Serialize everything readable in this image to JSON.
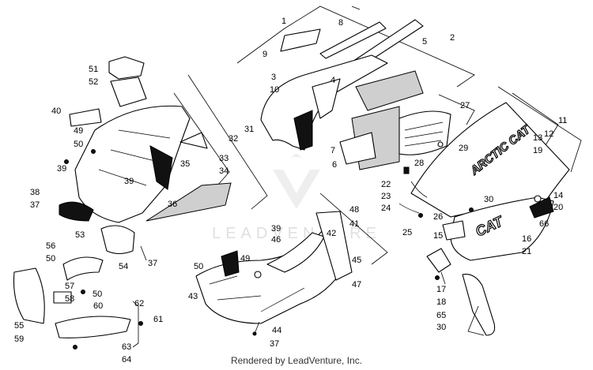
{
  "footer": {
    "credit": "Rendered by LeadVenture, Inc."
  },
  "watermark": {
    "text": "LEADVENTURE"
  },
  "brand_decals": {
    "panel_logo": "ARCTIC CAT",
    "side_logo": "CAT"
  },
  "callouts": [
    {
      "id": "c1",
      "label": "1"
    },
    {
      "id": "c2",
      "label": "2"
    },
    {
      "id": "c3",
      "label": "3"
    },
    {
      "id": "c4",
      "label": "4"
    },
    {
      "id": "c5",
      "label": "5"
    },
    {
      "id": "c6",
      "label": "6"
    },
    {
      "id": "c7",
      "label": "7"
    },
    {
      "id": "c8",
      "label": "8"
    },
    {
      "id": "c9",
      "label": "9"
    },
    {
      "id": "c10",
      "label": "10"
    },
    {
      "id": "c11",
      "label": "11"
    },
    {
      "id": "c12",
      "label": "12"
    },
    {
      "id": "c13",
      "label": "13"
    },
    {
      "id": "c14",
      "label": "14"
    },
    {
      "id": "c15",
      "label": "15"
    },
    {
      "id": "c16",
      "label": "16"
    },
    {
      "id": "c17",
      "label": "17"
    },
    {
      "id": "c18",
      "label": "18"
    },
    {
      "id": "c19",
      "label": "19"
    },
    {
      "id": "c20",
      "label": "20"
    },
    {
      "id": "c21",
      "label": "21"
    },
    {
      "id": "c22",
      "label": "22"
    },
    {
      "id": "c23",
      "label": "23"
    },
    {
      "id": "c24",
      "label": "24"
    },
    {
      "id": "c25",
      "label": "25"
    },
    {
      "id": "c26",
      "label": "26"
    },
    {
      "id": "c27",
      "label": "27"
    },
    {
      "id": "c28",
      "label": "28"
    },
    {
      "id": "c29",
      "label": "29"
    },
    {
      "id": "c30a",
      "label": "30"
    },
    {
      "id": "c30b",
      "label": "30"
    },
    {
      "id": "c31",
      "label": "31"
    },
    {
      "id": "c32",
      "label": "32"
    },
    {
      "id": "c33",
      "label": "33"
    },
    {
      "id": "c34",
      "label": "34"
    },
    {
      "id": "c35",
      "label": "35"
    },
    {
      "id": "c36",
      "label": "36"
    },
    {
      "id": "c37a",
      "label": "37"
    },
    {
      "id": "c37b",
      "label": "37"
    },
    {
      "id": "c37c",
      "label": "37"
    },
    {
      "id": "c38",
      "label": "38"
    },
    {
      "id": "c39a",
      "label": "39"
    },
    {
      "id": "c39b",
      "label": "39"
    },
    {
      "id": "c39c",
      "label": "39"
    },
    {
      "id": "c40",
      "label": "40"
    },
    {
      "id": "c41",
      "label": "41"
    },
    {
      "id": "c42",
      "label": "42"
    },
    {
      "id": "c43",
      "label": "43"
    },
    {
      "id": "c44",
      "label": "44"
    },
    {
      "id": "c45",
      "label": "45"
    },
    {
      "id": "c46",
      "label": "46"
    },
    {
      "id": "c47",
      "label": "47"
    },
    {
      "id": "c48",
      "label": "48"
    },
    {
      "id": "c49a",
      "label": "49"
    },
    {
      "id": "c49b",
      "label": "49"
    },
    {
      "id": "c50a",
      "label": "50"
    },
    {
      "id": "c50b",
      "label": "50"
    },
    {
      "id": "c50c",
      "label": "50"
    },
    {
      "id": "c50d",
      "label": "50"
    },
    {
      "id": "c51",
      "label": "51"
    },
    {
      "id": "c52",
      "label": "52"
    },
    {
      "id": "c53",
      "label": "53"
    },
    {
      "id": "c54",
      "label": "54"
    },
    {
      "id": "c55",
      "label": "55"
    },
    {
      "id": "c56",
      "label": "56"
    },
    {
      "id": "c57",
      "label": "57"
    },
    {
      "id": "c58",
      "label": "58"
    },
    {
      "id": "c59",
      "label": "59"
    },
    {
      "id": "c60",
      "label": "60"
    },
    {
      "id": "c61",
      "label": "61"
    },
    {
      "id": "c62",
      "label": "62"
    },
    {
      "id": "c63",
      "label": "63"
    },
    {
      "id": "c64",
      "label": "64"
    },
    {
      "id": "c65",
      "label": "65"
    },
    {
      "id": "c66",
      "label": "66"
    }
  ]
}
